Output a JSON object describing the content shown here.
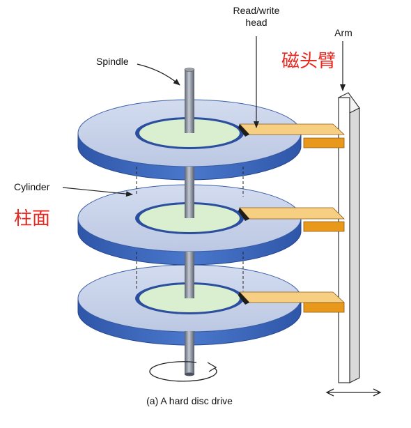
{
  "labels": {
    "read_write_line1": "Read/write",
    "read_write_line2": "head",
    "arm": "Arm",
    "spindle": "Spindle",
    "cylinder": "Cylinder",
    "arm_cn": "磁头臂",
    "cylinder_cn": "柱面",
    "caption": "(a) A hard disc drive"
  },
  "colors": {
    "platter_top": "#c9d3ea",
    "platter_edge": "#3f6bbf",
    "hub_ring": "#2b4f9e",
    "hub_fill": "#d9efcf",
    "head_light": "#f7cf82",
    "head_dark": "#e89a1e",
    "annotation_red": "#e8261d"
  }
}
